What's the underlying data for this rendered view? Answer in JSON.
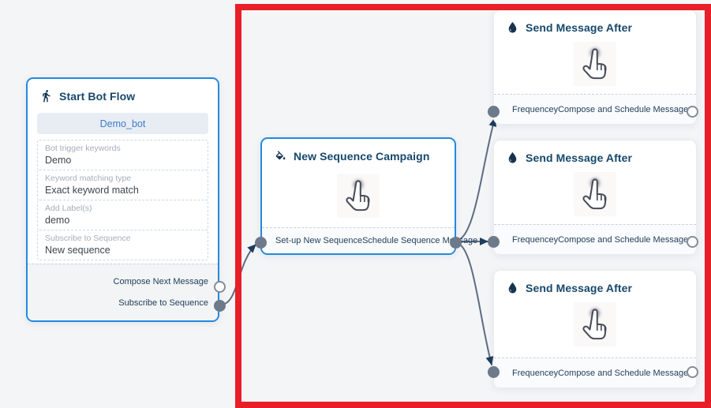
{
  "canvas": {
    "background_color": "#f4f5f7",
    "highlight_border_color": "#e81e29"
  },
  "colors": {
    "selected_node_border": "#2389e0",
    "edge_stroke": "#5c6c80",
    "arrowhead": "#1d3d5e",
    "node_title_text": "#17486b",
    "accent_blue": "#3d7cc9"
  },
  "icons": {
    "start_node": "walking-person-icon",
    "campaign_node": "paint-bucket-icon",
    "send_node": "water-drop-icon",
    "node_body": "hand-pointer-icon"
  },
  "nodes": {
    "start_bot_flow": {
      "title": "Start Bot Flow",
      "bot_name_button": "Demo_bot",
      "fields": [
        {
          "label": "Bot trigger keywords",
          "value": "Demo"
        },
        {
          "label": "Keyword matching type",
          "value": "Exact keyword match"
        },
        {
          "label": "Add Label(s)",
          "value": "demo"
        },
        {
          "label": "Subscribe to Sequence",
          "value": "New sequence"
        }
      ],
      "outputs": [
        {
          "label": "Compose Next Message"
        },
        {
          "label": "Subscribe to Sequence"
        }
      ]
    },
    "new_sequence_campaign": {
      "title": "New Sequence Campaign",
      "footer_left": "Set-up New Sequence",
      "footer_right": "Schedule Sequence Message"
    },
    "send_message_after": {
      "title": "Send Message After",
      "input_label": "Frequencey",
      "output_label": "Compose and Schedule Message"
    }
  }
}
